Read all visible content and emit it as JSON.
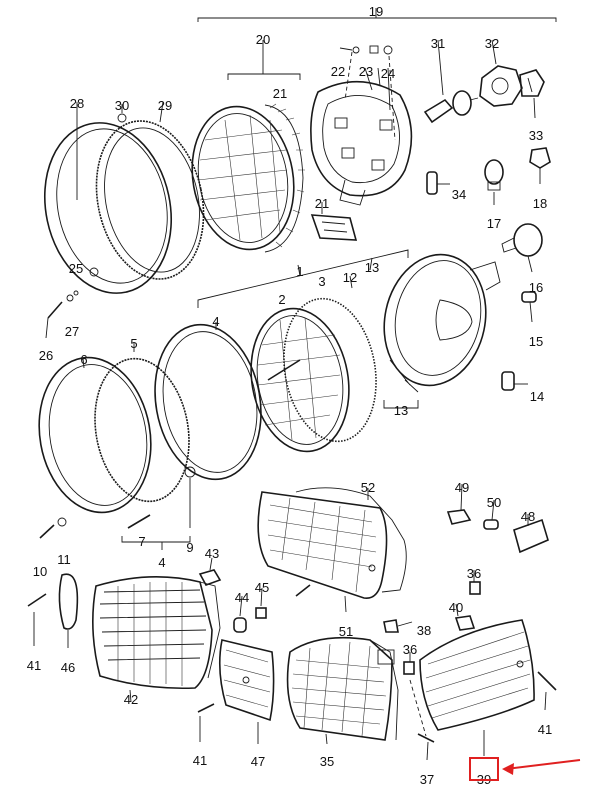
{
  "diagram": {
    "callouts": [
      {
        "id": "c19",
        "label": "19"
      },
      {
        "id": "c20",
        "label": "20"
      },
      {
        "id": "c21a",
        "label": "21"
      },
      {
        "id": "c22",
        "label": "22"
      },
      {
        "id": "c23",
        "label": "23"
      },
      {
        "id": "c24",
        "label": "24"
      },
      {
        "id": "c31",
        "label": "31"
      },
      {
        "id": "c32",
        "label": "32"
      },
      {
        "id": "c33",
        "label": "33"
      },
      {
        "id": "c28",
        "label": "28"
      },
      {
        "id": "c30",
        "label": "30"
      },
      {
        "id": "c29",
        "label": "29"
      },
      {
        "id": "c34",
        "label": "34"
      },
      {
        "id": "c17",
        "label": "17"
      },
      {
        "id": "c18",
        "label": "18"
      },
      {
        "id": "c21b",
        "label": "21"
      },
      {
        "id": "c25",
        "label": "25"
      },
      {
        "id": "c27",
        "label": "27"
      },
      {
        "id": "c26",
        "label": "26"
      },
      {
        "id": "c1",
        "label": "1"
      },
      {
        "id": "c12",
        "label": "12"
      },
      {
        "id": "c13a",
        "label": "13"
      },
      {
        "id": "c3",
        "label": "3"
      },
      {
        "id": "c2",
        "label": "2"
      },
      {
        "id": "c4a",
        "label": "4"
      },
      {
        "id": "c5",
        "label": "5"
      },
      {
        "id": "c6",
        "label": "6"
      },
      {
        "id": "c16",
        "label": "16"
      },
      {
        "id": "c15",
        "label": "15"
      },
      {
        "id": "c14",
        "label": "14"
      },
      {
        "id": "c13b",
        "label": "13"
      },
      {
        "id": "c7",
        "label": "7"
      },
      {
        "id": "c9",
        "label": "9"
      },
      {
        "id": "c10",
        "label": "10"
      },
      {
        "id": "c11",
        "label": "11"
      },
      {
        "id": "c4b",
        "label": "4"
      },
      {
        "id": "c52",
        "label": "52"
      },
      {
        "id": "c49",
        "label": "49"
      },
      {
        "id": "c50",
        "label": "50"
      },
      {
        "id": "c48",
        "label": "48"
      },
      {
        "id": "c43",
        "label": "43"
      },
      {
        "id": "c45",
        "label": "45"
      },
      {
        "id": "c44",
        "label": "44"
      },
      {
        "id": "c41a",
        "label": "41"
      },
      {
        "id": "c46",
        "label": "46"
      },
      {
        "id": "c42",
        "label": "42"
      },
      {
        "id": "c51",
        "label": "51"
      },
      {
        "id": "c36a",
        "label": "36"
      },
      {
        "id": "c40",
        "label": "40"
      },
      {
        "id": "c38",
        "label": "38"
      },
      {
        "id": "c36b",
        "label": "36"
      },
      {
        "id": "c41b",
        "label": "41"
      },
      {
        "id": "c47",
        "label": "47"
      },
      {
        "id": "c35",
        "label": "35"
      },
      {
        "id": "c37",
        "label": "37"
      },
      {
        "id": "c41c",
        "label": "41"
      },
      {
        "id": "c39",
        "label": "39"
      }
    ],
    "highlight": {
      "label": "39",
      "color": "#e02020"
    }
  }
}
